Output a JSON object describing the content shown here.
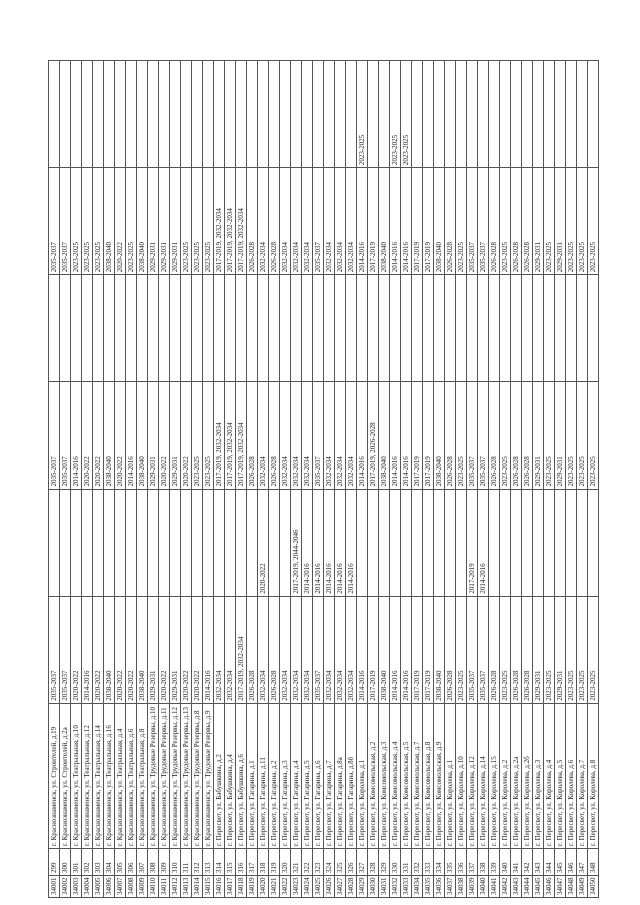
{
  "rows": [
    {
      "code": "34001",
      "num": "299",
      "address": "г. Краснознаменск, ул. Строителей, д.19",
      "p1": "2035-2037",
      "p2": "",
      "p3": "2035-2037",
      "p4": "",
      "p5": "2035-2037",
      "p6": ""
    },
    {
      "code": "34002",
      "num": "300",
      "address": "г. Краснознаменск, ул. Строителей, д.2а",
      "p1": "2035-2037",
      "p2": "",
      "p3": "2035-2037",
      "p4": "",
      "p5": "2035-2037",
      "p6": ""
    },
    {
      "code": "34003",
      "num": "301",
      "address": "г. Краснознаменск, ул. Театральная, д.10",
      "p1": "2020-2022",
      "p2": "",
      "p3": "2014-2016",
      "p4": "",
      "p5": "2023-2025",
      "p6": ""
    },
    {
      "code": "34004",
      "num": "302",
      "address": "г. Краснознаменск, ул. Театральная, д.12",
      "p1": "2014-2016",
      "p2": "",
      "p3": "2020-2022",
      "p4": "",
      "p5": "2023-2025",
      "p6": ""
    },
    {
      "code": "34005",
      "num": "303",
      "address": "г. Краснознаменск, ул. Театральная, д.14",
      "p1": "2020-2022",
      "p2": "",
      "p3": "2020-2022",
      "p4": "",
      "p5": "2023-2025",
      "p6": ""
    },
    {
      "code": "34006",
      "num": "304",
      "address": "г. Краснознаменск, ул. Театральная, д.16",
      "p1": "2038-2040",
      "p2": "",
      "p3": "2038-2040",
      "p4": "",
      "p5": "2038-2040",
      "p6": ""
    },
    {
      "code": "34007",
      "num": "305",
      "address": "г. Краснознаменск, ул. Театральная, д.4",
      "p1": "2020-2022",
      "p2": "",
      "p3": "2020-2022",
      "p4": "",
      "p5": "2020-2022",
      "p6": ""
    },
    {
      "code": "34008",
      "num": "306",
      "address": "г. Краснознаменск, ул. Театральная, д.6",
      "p1": "2020-2022",
      "p2": "",
      "p3": "2014-2016",
      "p4": "",
      "p5": "2023-2025",
      "p6": ""
    },
    {
      "code": "34009",
      "num": "307",
      "address": "г. Краснознаменск, ул. Театральная, д.8",
      "p1": "2038-2040",
      "p2": "",
      "p3": "2038-2040",
      "p4": "",
      "p5": "2038-2040",
      "p6": ""
    },
    {
      "code": "34010",
      "num": "308",
      "address": "г. Краснознаменск, ул. Трудовые Резервы, д.10",
      "p1": "2029-2031",
      "p2": "",
      "p3": "2029-2031",
      "p4": "",
      "p5": "2029-2031",
      "p6": ""
    },
    {
      "code": "34011",
      "num": "309",
      "address": "г. Краснознаменск, ул. Трудовые Резервы, д.11",
      "p1": "2020-2022",
      "p2": "",
      "p3": "2020-2022",
      "p4": "",
      "p5": "2029-2031",
      "p6": ""
    },
    {
      "code": "34012",
      "num": "310",
      "address": "г. Краснознаменск, ул. Трудовые Резервы, д.12",
      "p1": "2029-2031",
      "p2": "",
      "p3": "2029-2031",
      "p4": "",
      "p5": "2029-2031",
      "p6": ""
    },
    {
      "code": "34013",
      "num": "311",
      "address": "г. Краснознаменск, ул. Трудовые Резервы, д.13",
      "p1": "2020-2022",
      "p2": "",
      "p3": "2020-2022",
      "p4": "",
      "p5": "2023-2025",
      "p6": ""
    },
    {
      "code": "34014",
      "num": "312",
      "address": "г. Краснознаменск, ул. Трудовые Резервы, д.8",
      "p1": "2020-2022",
      "p2": "",
      "p3": "2023-2025",
      "p4": "",
      "p5": "2023-2025",
      "p6": ""
    },
    {
      "code": "34015",
      "num": "313",
      "address": "г. Краснознаменск, ул. Трудовые Резервы, д.9",
      "p1": "2014-2016",
      "p2": "",
      "p3": "2023-2025",
      "p4": "",
      "p5": "2023-2025",
      "p6": ""
    },
    {
      "code": "34016",
      "num": "314",
      "address": "г. Пересвет, ул. Бабушкина, д.2",
      "p1": "2032-2034",
      "p2": "",
      "p3": "2017-2019, 2032-2034",
      "p4": "",
      "p5": "2017-2019, 2032-2034",
      "p6": ""
    },
    {
      "code": "34017",
      "num": "315",
      "address": "г. Пересвет, ул. Бабушкина, д.4",
      "p1": "2032-2034",
      "p2": "",
      "p3": "2017-2019, 2032-2034",
      "p4": "",
      "p5": "2017-2019, 2032-2034",
      "p6": ""
    },
    {
      "code": "34018",
      "num": "316",
      "address": "г. Пересвет, ул. Бабушкина, д.6",
      "p1": "2017-2019, 2032-2034",
      "p2": "",
      "p3": "2017-2019, 2032-2034",
      "p4": "",
      "p5": "2017-2019, 2032-2034",
      "p6": ""
    },
    {
      "code": "34019",
      "num": "317",
      "address": "г. Пересвет, ул. Гагарина, д.1",
      "p1": "2026-2028",
      "p2": "",
      "p3": "2026-2028",
      "p4": "",
      "p5": "2026-2028",
      "p6": ""
    },
    {
      "code": "34020",
      "num": "318",
      "address": "г. Пересвет, ул. Гагарина, д.11",
      "p1": "2032-2034",
      "p2": "2020-2022",
      "p3": "2032-2034",
      "p4": "",
      "p5": "2032-2034",
      "p6": ""
    },
    {
      "code": "34021",
      "num": "319",
      "address": "г. Пересвет, ул. Гагарина, д.2",
      "p1": "2026-2028",
      "p2": "",
      "p3": "2026-2028",
      "p4": "",
      "p5": "2026-2028",
      "p6": ""
    },
    {
      "code": "34022",
      "num": "320",
      "address": "г. Пересвет, ул. Гагарина, д.3",
      "p1": "2032-2034",
      "p2": "",
      "p3": "2032-2034",
      "p4": "",
      "p5": "2032-2034",
      "p6": ""
    },
    {
      "code": "34023",
      "num": "321",
      "address": "г. Пересвет, ул. Гагарина, д.4",
      "p1": "2032-2034",
      "p2": "2017-2019, 2044-2046",
      "p3": "2032-2034",
      "p4": "",
      "p5": "2032-2034",
      "p6": ""
    },
    {
      "code": "34024",
      "num": "322",
      "address": "г. Пересвет, ул. Гагарина, д.5",
      "p1": "2032-2034",
      "p2": "2014-2016",
      "p3": "2032-2034",
      "p4": "",
      "p5": "2032-2034",
      "p6": ""
    },
    {
      "code": "34025",
      "num": "323",
      "address": "г. Пересвет, ул. Гагарина, д.6",
      "p1": "2035-2037",
      "p2": "2014-2016",
      "p3": "2035-2037",
      "p4": "",
      "p5": "2035-2037",
      "p6": ""
    },
    {
      "code": "34026",
      "num": "324",
      "address": "г. Пересвет, ул. Гагарина, д.7",
      "p1": "2032-2034",
      "p2": "2014-2016",
      "p3": "2032-2034",
      "p4": "",
      "p5": "2032-2034",
      "p6": ""
    },
    {
      "code": "34027",
      "num": "325",
      "address": "г. Пересвет, ул. Гагарина, д.8а",
      "p1": "2032-2034",
      "p2": "2014-2016",
      "p3": "2032-2034",
      "p4": "",
      "p5": "2032-2034",
      "p6": ""
    },
    {
      "code": "34028",
      "num": "326",
      "address": "г. Пересвет, ул. Гагарина, д.8б",
      "p1": "2032-2034",
      "p2": "2014-2016",
      "p3": "2032-2034",
      "p4": "",
      "p5": "2032-2034",
      "p6": ""
    },
    {
      "code": "34029",
      "num": "327",
      "address": "г. Пересвет, ул. Королева, д.1",
      "p1": "2014-2016",
      "p2": "",
      "p3": "2014-2016",
      "p4": "",
      "p5": "2014-2016",
      "p6": "2023-2025"
    },
    {
      "code": "34030",
      "num": "328",
      "address": "г. Пересвет, ул. Комсомольская, д.2",
      "p1": "2017-2019",
      "p2": "",
      "p3": "2017-2019, 2026-2028",
      "p4": "",
      "p5": "2017-2019",
      "p6": ""
    },
    {
      "code": "34031",
      "num": "329",
      "address": "г. Пересвет, ул. Комсомольская, д.3",
      "p1": "2038-2040",
      "p2": "",
      "p3": "2038-2040",
      "p4": "",
      "p5": "2038-2040",
      "p6": ""
    },
    {
      "code": "34032",
      "num": "330",
      "address": "г. Пересвет, ул. Комсомольская, д.4",
      "p1": "2014-2016",
      "p2": "",
      "p3": "2014-2016",
      "p4": "",
      "p5": "2014-2016",
      "p6": "2023-2025"
    },
    {
      "code": "34033",
      "num": "331",
      "address": "г. Пересвет, ул. Комсомольская, д.5",
      "p1": "2014-2016",
      "p2": "",
      "p3": "2014-2016",
      "p4": "",
      "p5": "2014-2016",
      "p6": "2023-2025"
    },
    {
      "code": "34034",
      "num": "332",
      "address": "г. Пересвет, ул. Комсомольская, д.7",
      "p1": "2017-2019",
      "p2": "",
      "p3": "2017-2019",
      "p4": "",
      "p5": "2017-2019",
      "p6": ""
    },
    {
      "code": "34035",
      "num": "333",
      "address": "г. Пересвет, ул. Комсомольская, д.8",
      "p1": "2017-2019",
      "p2": "",
      "p3": "2017-2019",
      "p4": "",
      "p5": "2017-2019",
      "p6": ""
    },
    {
      "code": "34036",
      "num": "334",
      "address": "г. Пересвет, ул. Комсомольская, д.9",
      "p1": "2038-2040",
      "p2": "",
      "p3": "2038-2040",
      "p4": "",
      "p5": "2038-2040",
      "p6": ""
    },
    {
      "code": "34037",
      "num": "335",
      "address": "г. Пересвет, ул. Королева, д.1",
      "p1": "2026-2028",
      "p2": "",
      "p3": "2026-2028",
      "p4": "",
      "p5": "2026-2028",
      "p6": ""
    },
    {
      "code": "34038",
      "num": "336",
      "address": "г. Пересвет, ул. Королева, д.10",
      "p1": "2023-2025",
      "p2": "",
      "p3": "2023-2025",
      "p4": "",
      "p5": "2023-2025",
      "p6": ""
    },
    {
      "code": "34039",
      "num": "337",
      "address": "г. Пересвет, ул. Королева, д.12",
      "p1": "2035-2037",
      "p2": "2017-2019",
      "p3": "2035-2037",
      "p4": "",
      "p5": "2035-2037",
      "p6": ""
    },
    {
      "code": "34040",
      "num": "338",
      "address": "г. Пересвет, ул. Королева, д.14",
      "p1": "2035-2037",
      "p2": "2014-2016",
      "p3": "2035-2037",
      "p4": "",
      "p5": "2035-2037",
      "p6": ""
    },
    {
      "code": "34041",
      "num": "339",
      "address": "г. Пересвет, ул. Королева, д.15",
      "p1": "2026-2028",
      "p2": "",
      "p3": "2026-2028",
      "p4": "",
      "p5": "2026-2028",
      "p6": ""
    },
    {
      "code": "34042",
      "num": "340",
      "address": "г. Пересвет, ул. Королева, д.2",
      "p1": "2023-2025",
      "p2": "",
      "p3": "2023-2025",
      "p4": "",
      "p5": "2023-2025",
      "p6": ""
    },
    {
      "code": "34043",
      "num": "341",
      "address": "г. Пересвет, ул. Королева, д.2а",
      "p1": "2026-2028",
      "p2": "",
      "p3": "2026-2028",
      "p4": "",
      "p5": "2026-2028",
      "p6": ""
    },
    {
      "code": "34044",
      "num": "342",
      "address": "г. Пересвет, ул. Королева, д.2б",
      "p1": "2026-2028",
      "p2": "",
      "p3": "2026-2028",
      "p4": "",
      "p5": "2026-2028",
      "p6": ""
    },
    {
      "code": "34045",
      "num": "343",
      "address": "г. Пересвет, ул. Королева, д.3",
      "p1": "2029-2031",
      "p2": "",
      "p3": "2029-2031",
      "p4": "",
      "p5": "2029-2031",
      "p6": ""
    },
    {
      "code": "34046",
      "num": "344",
      "address": "г. Пересвет, ул. Королева, д.4",
      "p1": "2023-2025",
      "p2": "",
      "p3": "2023-2025",
      "p4": "",
      "p5": "2023-2025",
      "p6": ""
    },
    {
      "code": "34047",
      "num": "345",
      "address": "г. Пересвет, ул. Королева, д.5",
      "p1": "2029-2031",
      "p2": "",
      "p3": "2029-2031",
      "p4": "",
      "p5": "2029-2031",
      "p6": ""
    },
    {
      "code": "34048",
      "num": "346",
      "address": "г. Пересвет, ул. Королева, д.6",
      "p1": "2023-2025",
      "p2": "",
      "p3": "2023-2025",
      "p4": "",
      "p5": "2023-2025",
      "p6": ""
    },
    {
      "code": "34049",
      "num": "347",
      "address": "г. Пересвет, ул. Королева, д.7",
      "p1": "2023-2025",
      "p2": "",
      "p3": "2023-2025",
      "p4": "",
      "p5": "2023-2025",
      "p6": ""
    },
    {
      "code": "34050",
      "num": "348",
      "address": "г. Пересвет, ул. Королева, д.8",
      "p1": "2023-2025",
      "p2": "",
      "p3": "2023-2025",
      "p4": "",
      "p5": "2023-2025",
      "p6": ""
    }
  ]
}
